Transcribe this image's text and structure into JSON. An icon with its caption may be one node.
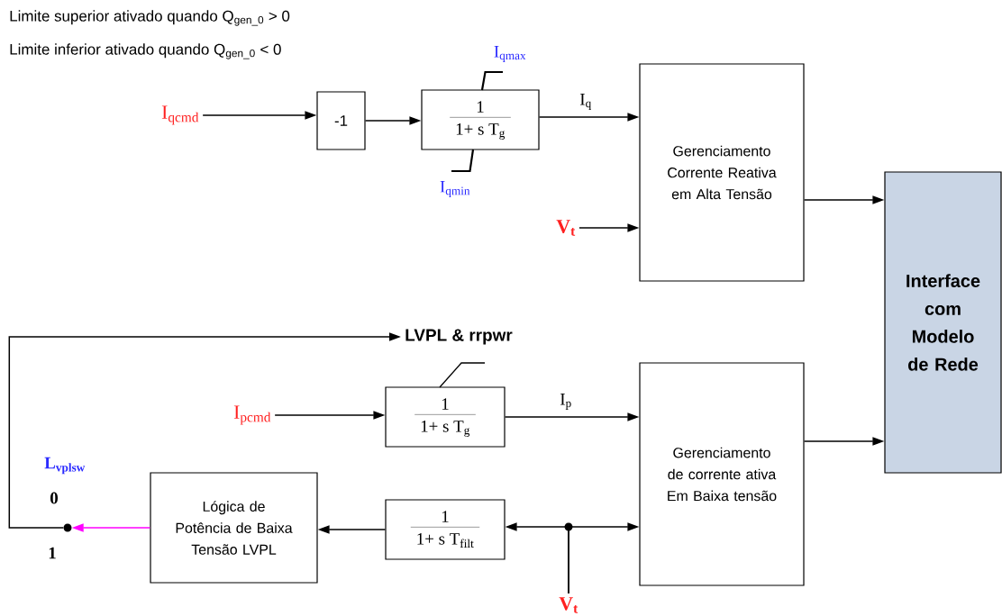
{
  "diagram": {
    "nodes": [
      {
        "text": [
          "I$_{qcmd}$"
        ]
      },
      {
        "text": [
          "-1"
        ]
      },
      {
        "text": [
          "1",
          "1+ s T$_{g}$"
        ],
        "beside": [
          "I$_{qmax}$",
          "I$_{qmin}$"
        ]
      },
      {
        "text": [
          "Gerenciamento Corrente Reativa em Alta Tensão"
        ]
      },
      {
        "text": [
          "V$_{t}$"
        ]
      },
      {
        "text": [
          "Interface com Modelo de Rede"
        ]
      },
      {
        "text": [
          "LVPL & rrpwr"
        ]
      },
      {
        "text": [
          "I$_{pcmd}$"
        ]
      },
      {
        "text": [
          "1",
          "1+ s T$_{g}$"
        ]
      },
      {
        "text": [
          "Gerenciamento de corrente ativa Em Baixa tensão"
        ]
      },
      {
        "text": [
          "1",
          "1+ s T$_{filt}$"
        ]
      },
      {
        "text": [
          "Lógica de Potência de Baixa Tensão LVPL"
        ]
      },
      {
        "text": [
          "V$_{t}$"
        ]
      },
      {
        "text": [],
        "shape": "circle",
        "beside": [
          "L$_{vplsw}$",
          "0",
          "1"
        ]
      }
    ],
    "edges": [
      {
        "from": 0,
        "to": 1,
        "arrow": "to"
      },
      {
        "from": 1,
        "to": 2,
        "arrow": "to"
      },
      {
        "from": 2,
        "to": 3,
        "arrow": "to",
        "label": "I$_{q}$"
      },
      {
        "from": 4,
        "to": 3,
        "arrow": "to"
      },
      {
        "from": 3,
        "to": 5,
        "arrow": "to"
      },
      {
        "from": 7,
        "to": 8,
        "arrow": "to"
      },
      {
        "from": 8,
        "to": 9,
        "arrow": "to",
        "label": "I$_{p}$"
      },
      {
        "from": 12,
        "to": 9,
        "arrow": "to"
      },
      {
        "from": 12,
        "to": 10,
        "arrow": "to"
      },
      {
        "from": 10,
        "to": 11,
        "arrow": "to"
      },
      {
        "from": 9,
        "to": 5,
        "arrow": "to"
      },
      {
        "from": 11,
        "to": 13,
        "arrow": "to",
        "color": "#ff00ff"
      },
      {
        "from": 13,
        "to": 6,
        "arrow": "to"
      }
    ],
    "labels": [
      "Limite superior ativado quando Q$_{gen_0}$ > 0",
      "Limite inferior ativado quando Q$_{gen_0}$ < 0"
    ]
  }
}
